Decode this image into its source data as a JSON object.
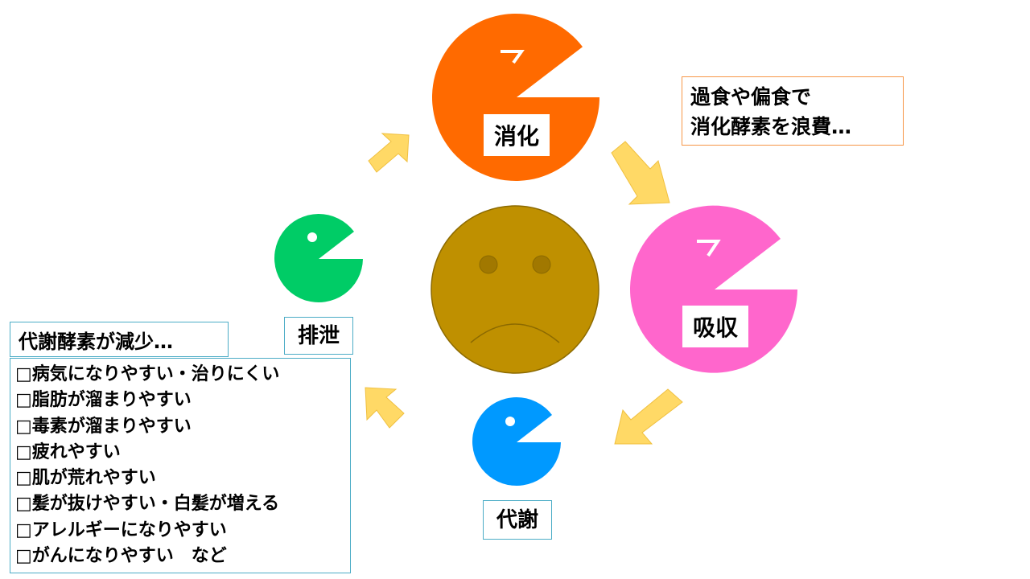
{
  "colors": {
    "digestion": "#ff6a00",
    "absorption": "#ff66cc",
    "metabolism": "#0099ff",
    "excretion": "#00cc66",
    "face": "#bf9000",
    "arrow": "#ffd966",
    "box_border_blue": "#4bacc6",
    "box_border_orange": "#f79646"
  },
  "stages": {
    "digestion": "消化",
    "absorption": "吸収",
    "metabolism": "代謝",
    "excretion": "排泄"
  },
  "waste_note": {
    "line1": "過食や偏食で",
    "line2": "消化酵素を浪費…"
  },
  "metabolic": {
    "heading": "代謝酵素が減少…",
    "items": [
      "□病気になりやすい・治りにくい",
      "□脂肪が溜まりやすい",
      "□毒素が溜まりやすい",
      "□疲れやすい",
      "□肌が荒れやすい",
      "□髪が抜けやすい・白髪が増える",
      "□アレルギーになりやすい",
      "□がんになりやすい　など"
    ]
  },
  "icons": [
    "sad-face-icon",
    "pacman-icon",
    "arrow-icon"
  ]
}
